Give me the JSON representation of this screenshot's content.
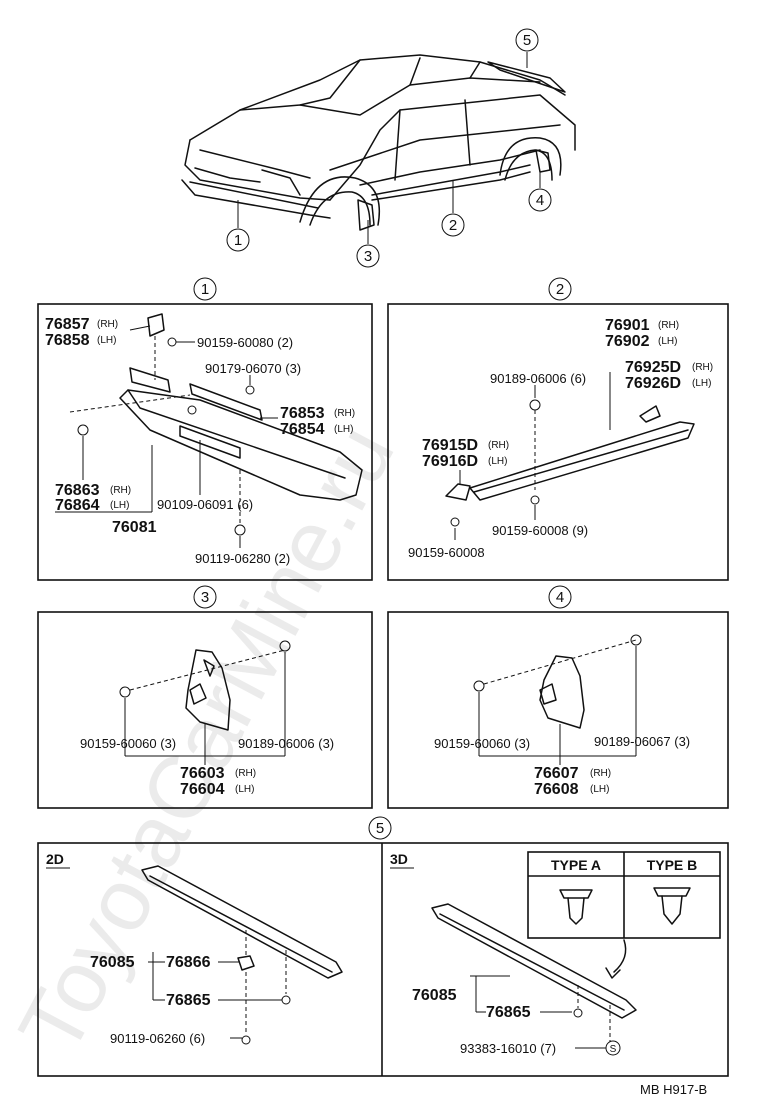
{
  "callouts": {
    "c1": "1",
    "c2": "2",
    "c3": "3",
    "c4": "4",
    "c5": "5"
  },
  "panel1": {
    "p76857": "76857",
    "p76858": "76858",
    "p76853": "76853",
    "p76854": "76854",
    "p76863": "76863",
    "p76864": "76864",
    "p76081": "76081",
    "b90159_60080": "90159-60080 (2)",
    "b90179_06070": "90179-06070 (3)",
    "b90109_06091": "90109-06091 (6)",
    "b90119_06280": "90119-06280 (2)"
  },
  "panel2": {
    "p76901": "76901",
    "p76902": "76902",
    "p76925D": "76925D",
    "p76926D": "76926D",
    "p76915D": "76915D",
    "p76916D": "76916D",
    "b90189_06006": "90189-06006 (6)",
    "b90159_60008_9": "90159-60008 (9)",
    "b90159_60008": "90159-60008"
  },
  "panel3": {
    "b90159_60060": "90159-60060 (3)",
    "b90189_06006": "90189-06006 (3)",
    "p76603": "76603",
    "p76604": "76604"
  },
  "panel4": {
    "b90159_60060": "90159-60060 (3)",
    "b90189_06067": "90189-06067 (3)",
    "p76607": "76607",
    "p76608": "76608"
  },
  "panel5": {
    "title2d": "2D",
    "title3d": "3D",
    "p76085a": "76085",
    "p76866": "76866",
    "p76865a": "76865",
    "b90119_06260": "90119-06260 (6)",
    "p76085b": "76085",
    "p76865b": "76865",
    "b93383": "93383-16010 (7)",
    "sym": "S",
    "typeA": "TYPE A",
    "typeB": "TYPE B"
  },
  "side": {
    "rh": "(RH)",
    "lh": "(LH)"
  },
  "footer": "MB  H917-B",
  "watermark": "ToyotaCarMine.ru"
}
